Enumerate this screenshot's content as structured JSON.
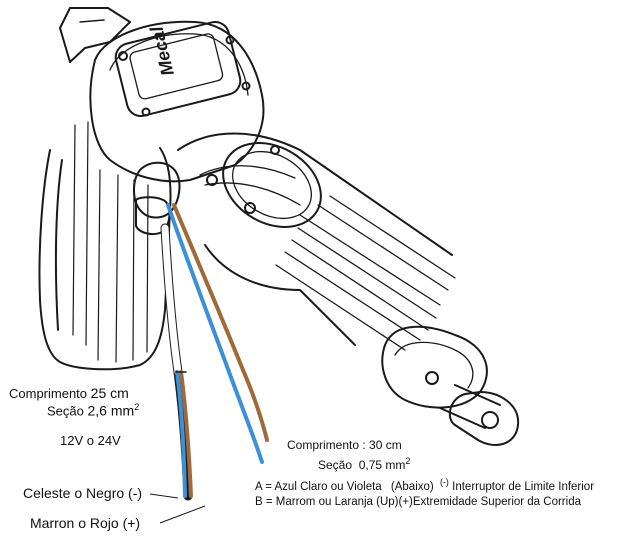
{
  "brand_text": "Mecal",
  "motor_spec": {
    "length_label": "Comprimento",
    "length_value": "25 cm",
    "section_label": "Seção",
    "section_value": "2,6 mm",
    "section_exp": "2",
    "voltage": "12V o 24V"
  },
  "limit_spec": {
    "length_label": "Comprimento :",
    "length_value": "30 cm",
    "section_label": "Seção",
    "section_value": "0,75 mm",
    "section_exp": "2"
  },
  "wires": {
    "negative": "Celeste o Negro (-)",
    "positive": "Marron o Rojo (+)"
  },
  "legend": {
    "a_line": "A = Azul Claro ou Violeta",
    "a_dir": "(Abaixo)",
    "a_sign": "(-)",
    "a_desc": "Interruptor de Limite Inferior",
    "b_line": "B = Marrom ou Laranja (Up)",
    "b_sign": "(+)",
    "b_desc": "Extremidade Superior da Corrida"
  },
  "colors": {
    "wire_blue": "#3d8fd6",
    "wire_brown": "#a0693a",
    "wire_white": "#ffffff",
    "outline": "#1a1a1a"
  }
}
